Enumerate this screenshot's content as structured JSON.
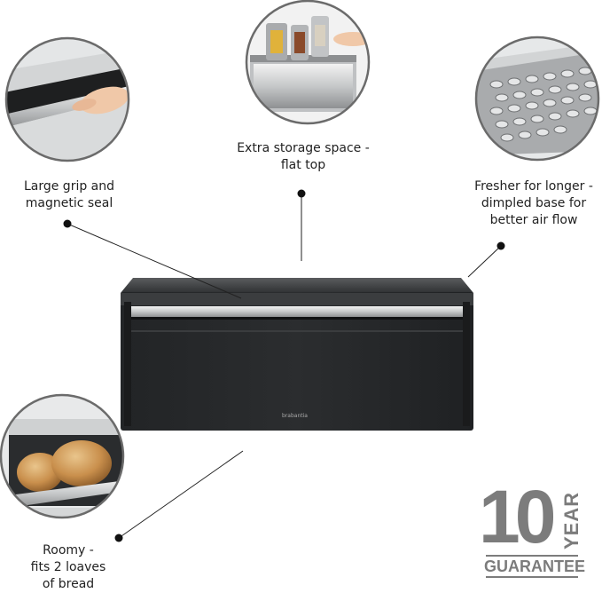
{
  "features": {
    "grip": {
      "lines": [
        "Large grip and",
        "magnetic seal"
      ]
    },
    "storage": {
      "lines": [
        "Extra storage space -",
        "flat top"
      ]
    },
    "fresher": {
      "lines": [
        "Fresher for longer -",
        "dimpled base for",
        "better air flow"
      ]
    },
    "roomy": {
      "lines": [
        "Roomy -",
        "fits 2 loaves",
        "of bread"
      ]
    }
  },
  "product": {
    "brand": "brabantia"
  },
  "guarantee": {
    "number": "10",
    "unit": "YEAR",
    "text": "GUARANTEE"
  },
  "colors": {
    "body": "#27292b",
    "steel": "#c9cbcc",
    "accent_grey": "#7c7c7c",
    "circle_border": "#6b6b6b"
  }
}
